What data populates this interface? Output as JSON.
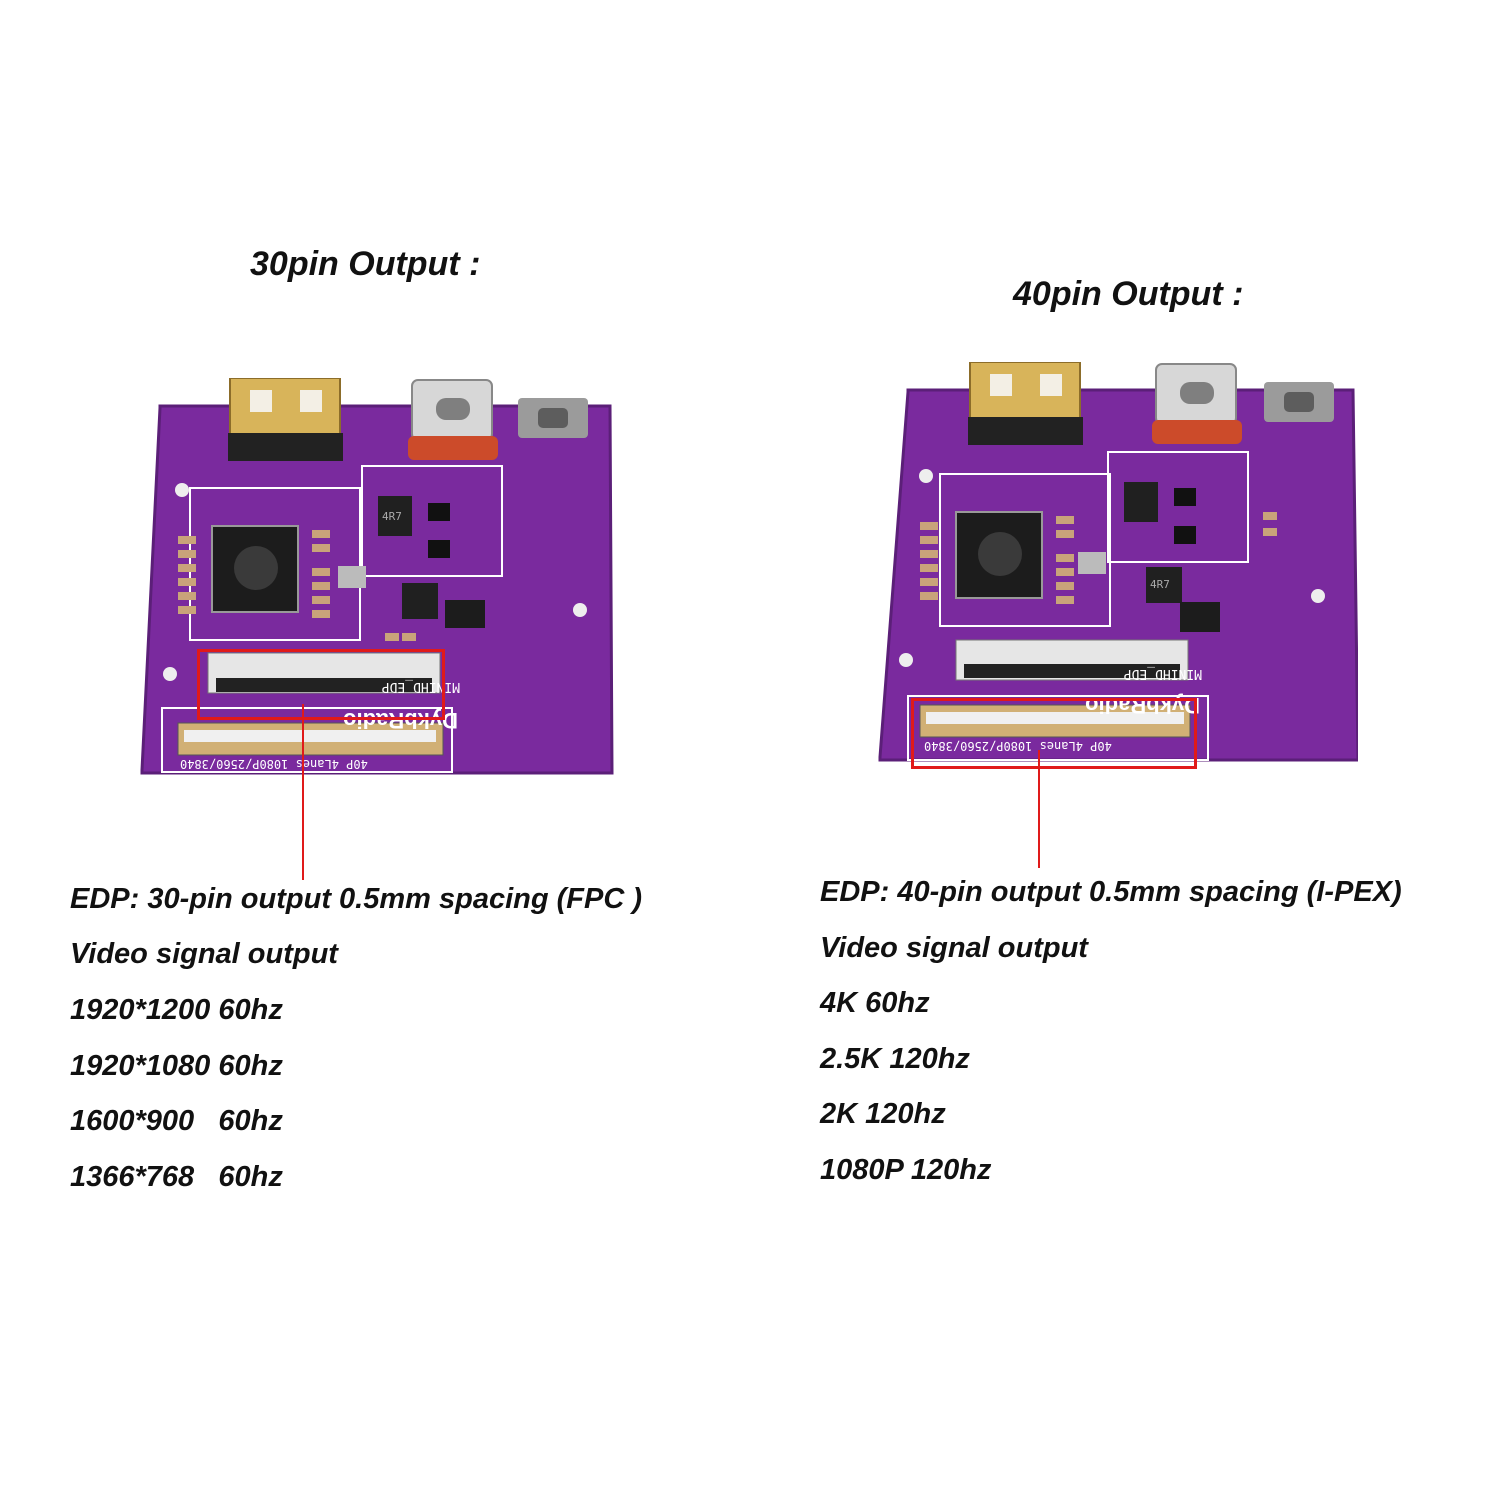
{
  "left": {
    "heading": "30pin Output :",
    "specs": [
      "EDP: 30-pin output 0.5mm spacing (FPC )",
      "Video signal output",
      "1920*1200 60hz",
      "1920*1080 60hz",
      "1600*900   60hz",
      "1366*768   60hz"
    ]
  },
  "right": {
    "heading": "40pin Output :",
    "specs": [
      "EDP: 40-pin output 0.5mm spacing (I-PEX)",
      "Video signal output",
      "4K 60hz",
      "2.5K 120hz",
      "2K 120hz",
      "1080P 120hz"
    ]
  },
  "board": {
    "brand": "DykbRadio",
    "model": "MINIHD_EDP",
    "connector_label": "40P  4Lanes  1080P/2560/3840",
    "inductor_label": "4R7"
  },
  "colors": {
    "pcb": "#7a2a9e",
    "pcb_edge": "#5b1f78",
    "silk": "#ffffff",
    "highlight": "#e01a1a"
  }
}
